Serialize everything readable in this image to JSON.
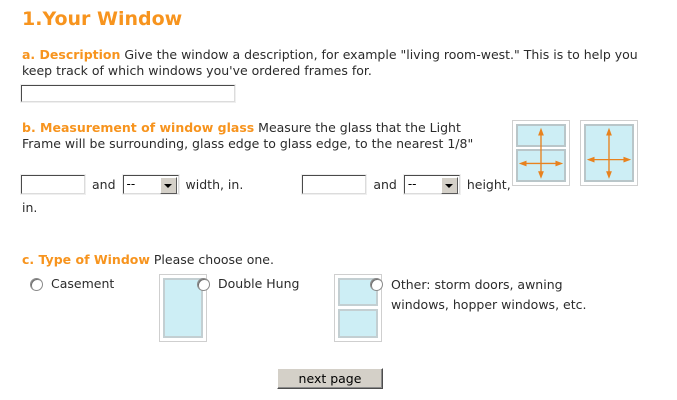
{
  "heading": "1.Your Window",
  "theme": {
    "accent": "#F7941E",
    "glass": "#cdeef5",
    "frame": "#c3cfd2",
    "arrow": "#E8821E"
  },
  "section_a": {
    "label": "a. Description",
    "text": " Give the window a description, for example \"living room-west.\" This is to help you keep track of which windows you've ordered frames for.",
    "input_value": "",
    "input_placeholder": ""
  },
  "section_b": {
    "label": "b. Measurement of window glass",
    "text": " Measure the glass that the Light Frame will be surrounding, glass edge to glass edge, to the nearest 1/8\"",
    "width_value": "",
    "width_fraction": "--",
    "and_1": "and",
    "width_unit": "width, in.",
    "height_value": "",
    "height_fraction": "--",
    "and_2": "and",
    "height_unit": "height,",
    "trailing_unit": "in.",
    "diagrams": [
      {
        "name": "double-hung-measure",
        "panes": 2
      },
      {
        "name": "single-pane-measure",
        "panes": 1
      }
    ]
  },
  "section_c": {
    "label": "c. Type of Window",
    "text": " Please choose one.",
    "options": [
      {
        "id": "casement",
        "label": "Casement",
        "icon": "casement-window-icon",
        "selected": false
      },
      {
        "id": "double-hung",
        "label": "Double Hung",
        "icon": "double-hung-window-icon",
        "selected": false
      },
      {
        "id": "other",
        "label": "Other: storm doors, awning windows, hopper windows, etc.",
        "icon": null,
        "selected": false
      }
    ]
  },
  "footer": {
    "next_label": "next page"
  }
}
